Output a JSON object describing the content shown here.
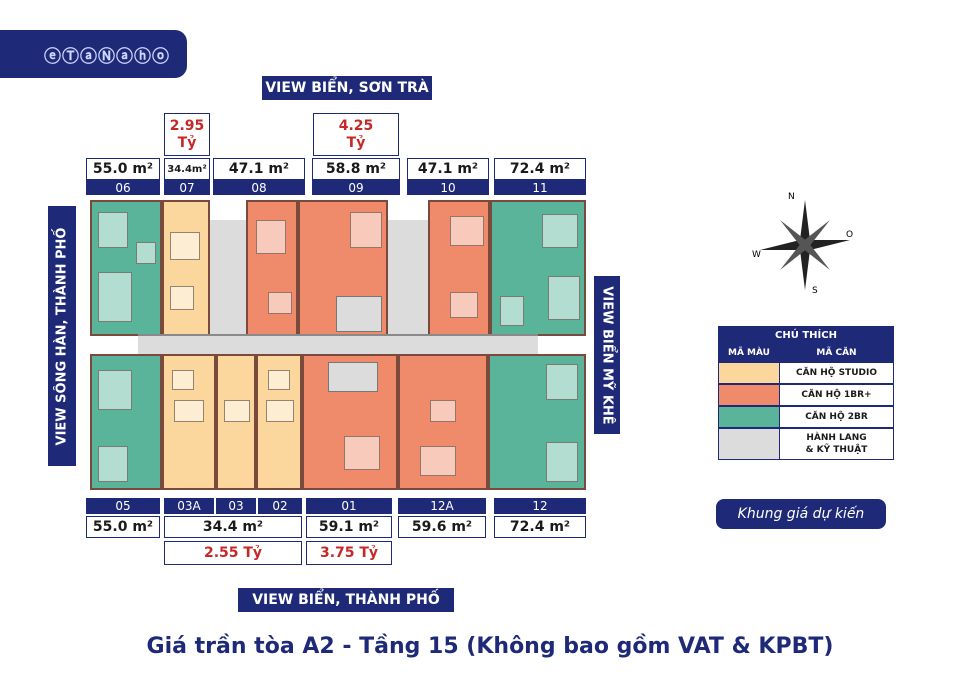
{
  "logo_text": "ⓔⓉⓐⓃⓐⓗⓞ",
  "views": {
    "top": "VIEW BIỂN, SƠN TRÀ",
    "bottom": "VIEW BIỂN, THÀNH PHỐ",
    "left": "VIEW SÔNG HÀN, THÀNH PHỐ",
    "right": "VIEW BIỂN MỸ KHÊ"
  },
  "prices_top": [
    {
      "unit": "07",
      "line1": "2.95",
      "line2": "Tỷ"
    },
    {
      "unit": "09",
      "line1": "4.25",
      "line2": "Tỷ"
    }
  ],
  "prices_bottom": [
    {
      "unit": "03",
      "text": "2.55 Tỷ"
    },
    {
      "unit": "01",
      "text": "3.75 Tỷ"
    }
  ],
  "units_top": [
    {
      "num": "06",
      "area": "55.0 m²",
      "type": "2br"
    },
    {
      "num": "07",
      "area": "34.4m²",
      "type": "studio"
    },
    {
      "num": "08",
      "area": "47.1 m²",
      "type": "1br"
    },
    {
      "num": "09",
      "area": "58.8 m²",
      "type": "1br"
    },
    {
      "num": "10",
      "area": "47.1 m²",
      "type": "1br"
    },
    {
      "num": "11",
      "area": "72.4 m²",
      "type": "2br"
    }
  ],
  "units_bottom_nums": [
    "05",
    "03A",
    "03",
    "02",
    "01",
    "12A",
    "12"
  ],
  "units_bottom_areas": [
    "55.0 m²",
    "34.4 m²",
    "59.1 m²",
    "59.6 m²",
    "72.4 m²"
  ],
  "compass": {
    "n": "N",
    "s": "S",
    "e": "O",
    "w": "W"
  },
  "legend": {
    "title": "CHÚ THÍCH",
    "col1": "MÃ MÀU",
    "col2": "MÃ CĂN",
    "rows": [
      {
        "label": "CĂN HỘ STUDIO",
        "color": "#fbd79e"
      },
      {
        "label": "CĂN HỘ 1BR+",
        "color": "#ef8b6a"
      },
      {
        "label": "CĂN HỘ 2BR",
        "color": "#59b49a"
      },
      {
        "label": "HÀNH LANG\n& KỸ THUẬT",
        "color": "#dcdcdc"
      }
    ]
  },
  "note": "Khung giá dự kiến",
  "footer": "Giá trần tòa A2 - Tầng 15 (Không bao gồm VAT & KPBT)",
  "colors": {
    "navy": "#1e2a78",
    "price_red": "#c62828",
    "studio": "#fbd79e",
    "one_br": "#ef8b6a",
    "two_br": "#59b49a",
    "corridor": "#dcdcdc"
  }
}
